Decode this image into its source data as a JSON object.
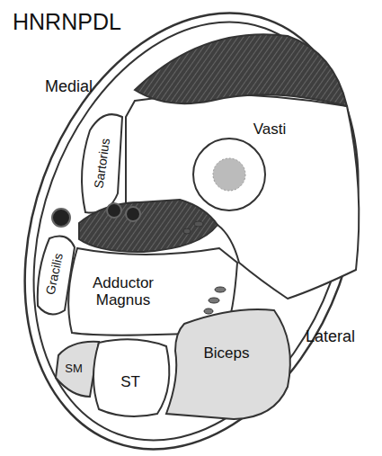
{
  "diagram": {
    "title": "HNRNPDL",
    "nodes": [
      {
        "text": [
          "Vasti"
        ]
      },
      {
        "text": [
          "Sartorius"
        ]
      },
      {
        "text": [
          "Gracilis"
        ]
      },
      {
        "text": [
          "Adductor Magnus"
        ]
      },
      {
        "text": [
          "Biceps"
        ]
      },
      {
        "text": [
          "SM"
        ]
      },
      {
        "text": [
          "ST"
        ]
      }
    ],
    "labels": [
      "Medial",
      "Lateral"
    ]
  }
}
